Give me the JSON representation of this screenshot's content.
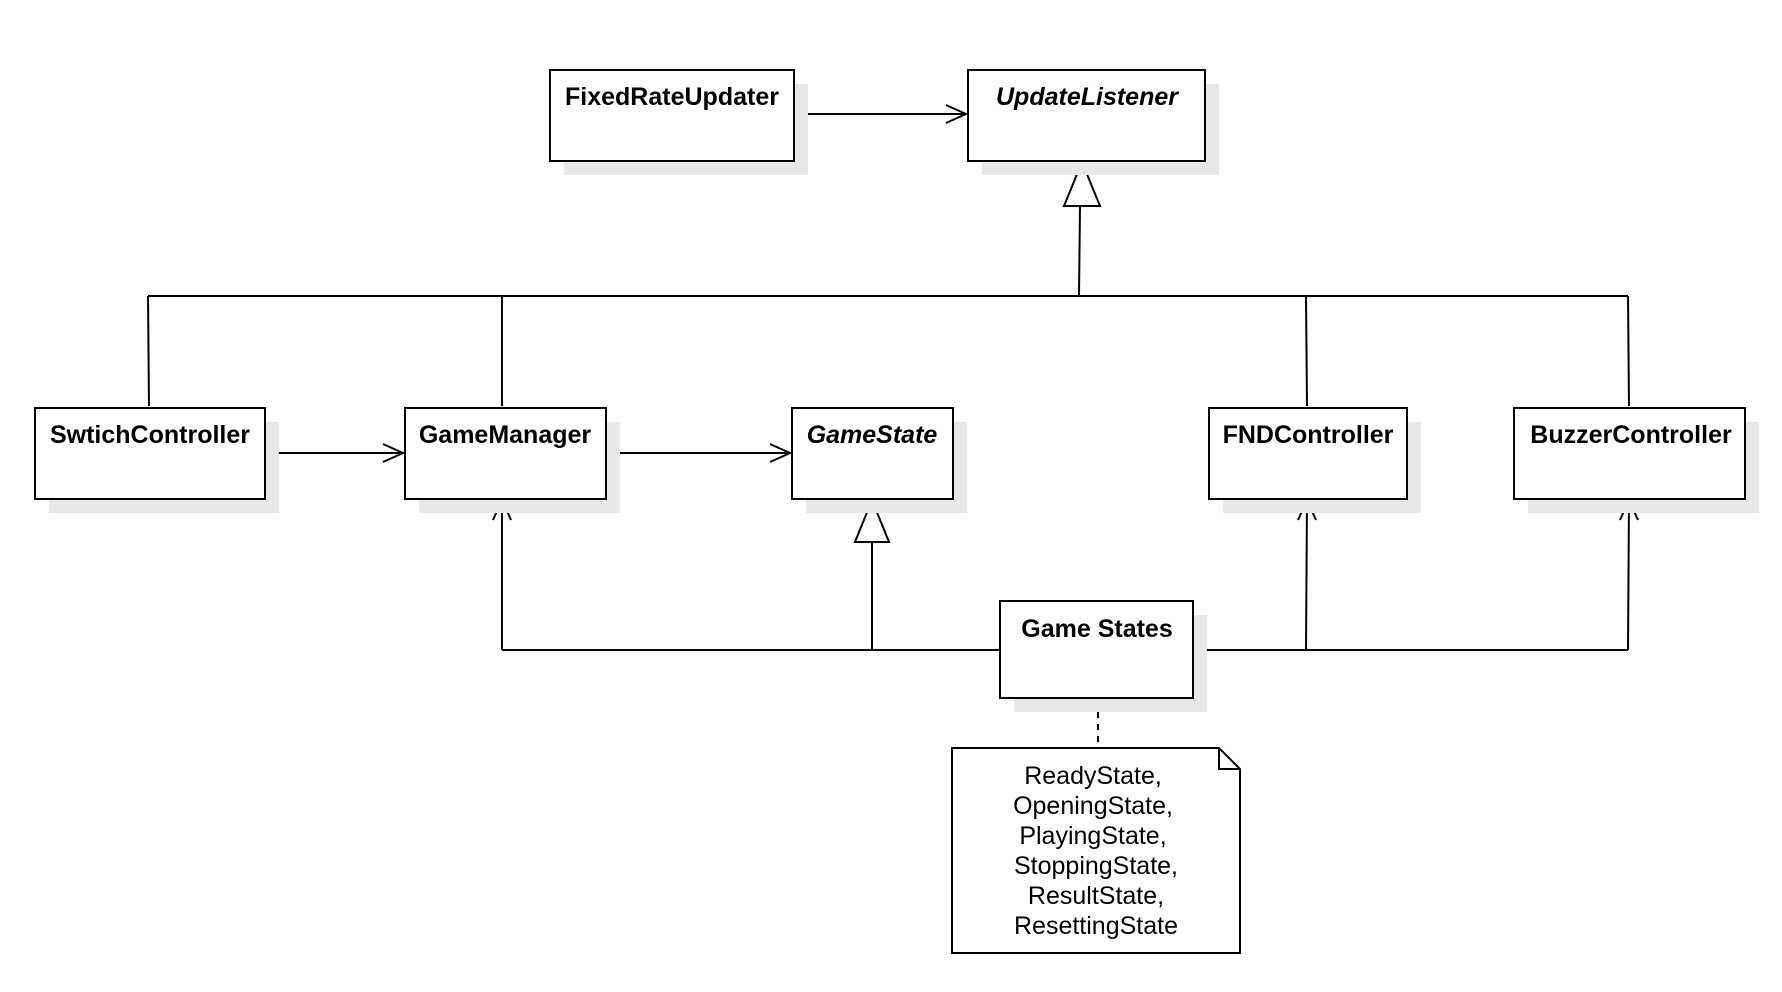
{
  "classes": {
    "fixed_rate_updater": "FixedRateUpdater",
    "update_listener": "UpdateListener",
    "switch_controller": "SwtichController",
    "game_manager": "GameManager",
    "game_state": "GameState",
    "fnd_controller": "FNDController",
    "buzzer_controller": "BuzzerController",
    "game_states": "Game States"
  },
  "note": {
    "lines": [
      "ReadyState,",
      "OpeningState,",
      "PlayingState,",
      "StoppingState,",
      "ResultState,",
      "ResettingState"
    ]
  }
}
